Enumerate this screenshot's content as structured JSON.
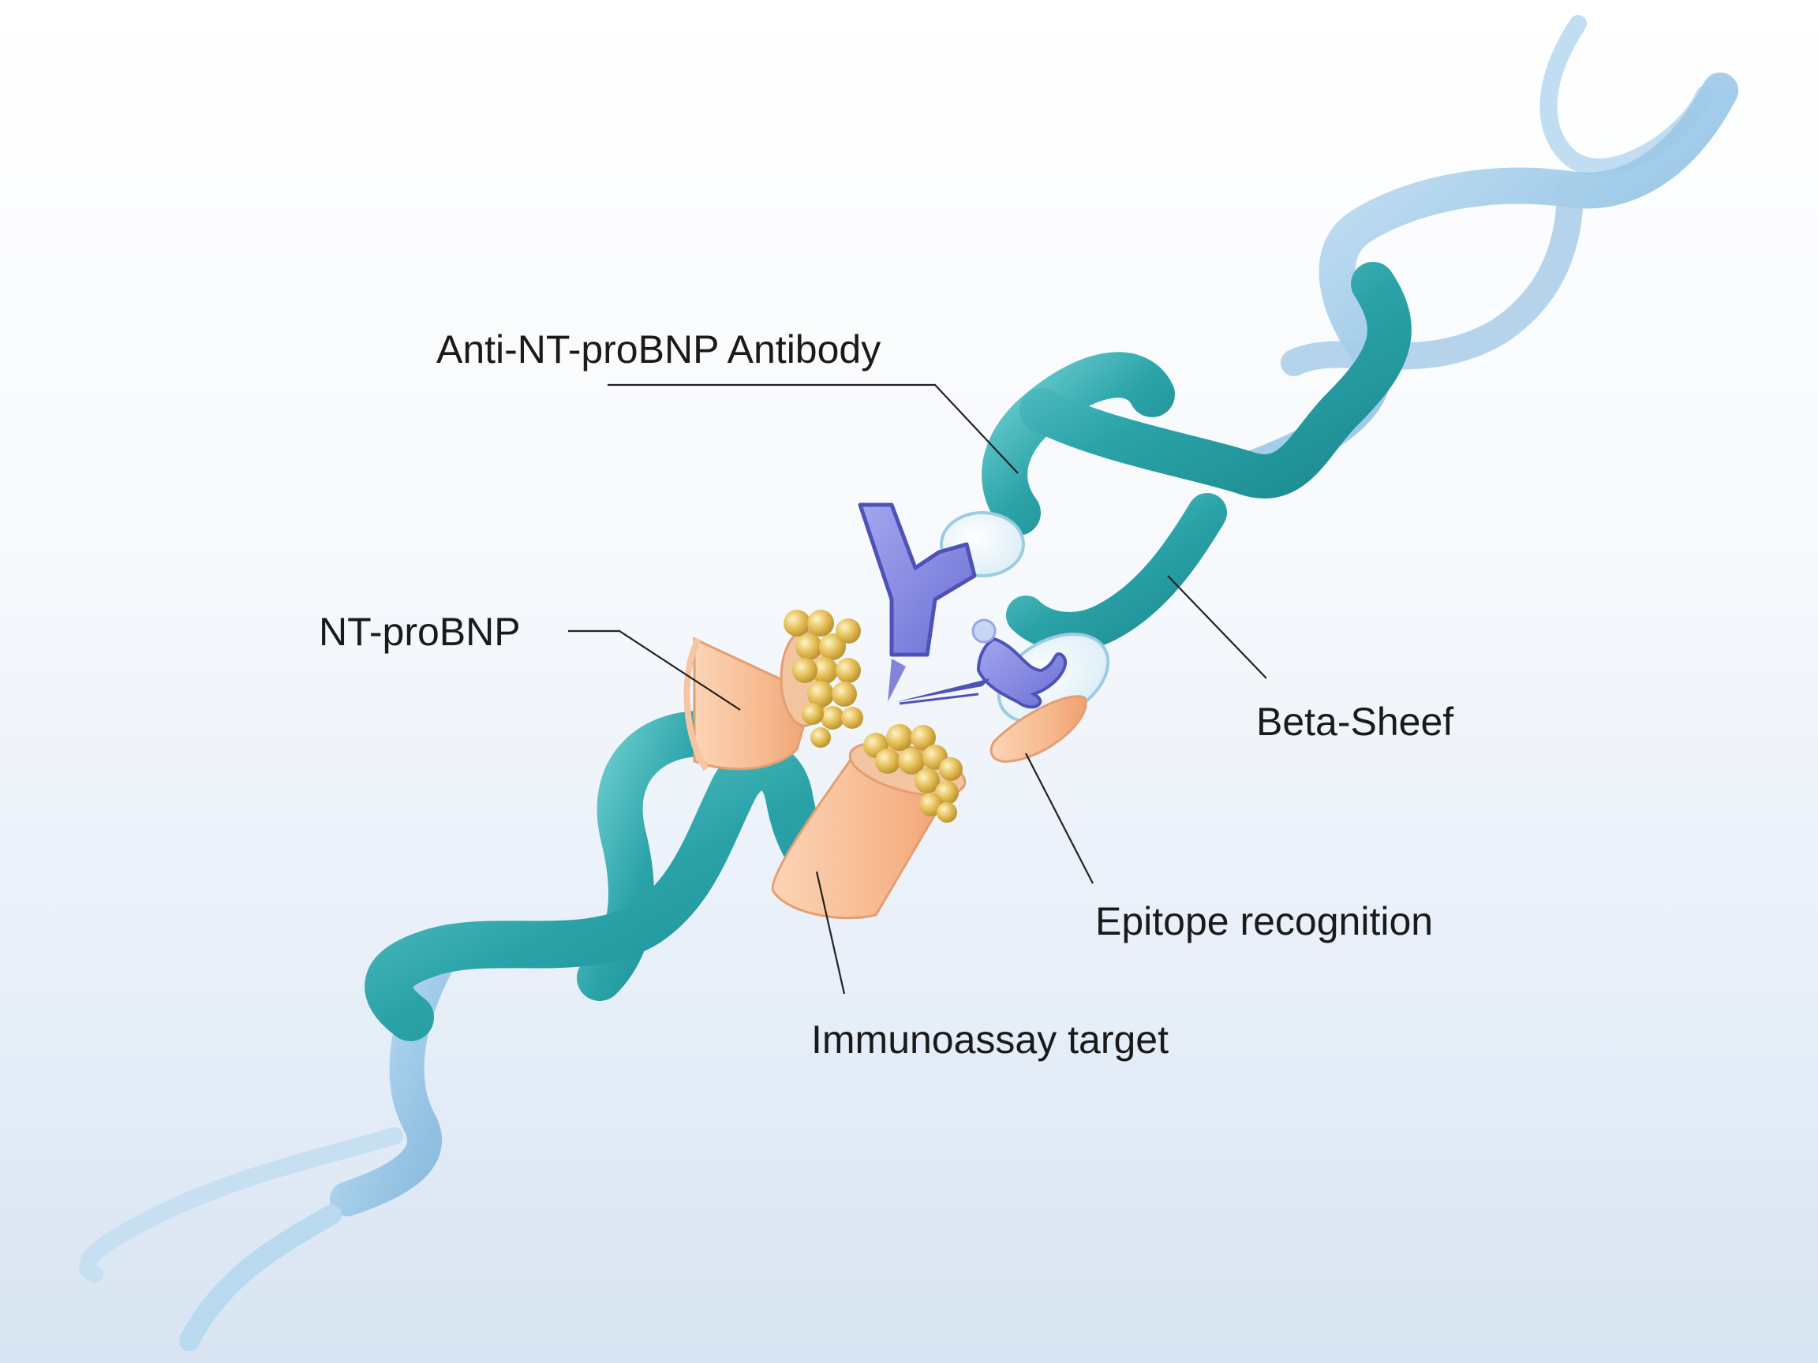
{
  "diagram": {
    "labels": {
      "antibody": "Anti-NT-proBNP Antibody",
      "ntprobnp": "NT-proBNP",
      "beta_sheet": "Beta-Sheef",
      "epitope": "Epitope recognition",
      "immunoassay": "Immunoassay target"
    },
    "icons": {
      "helix": "protein-ribbon-helix",
      "antibody": "y-shaped-antibody",
      "peptide": "peptide-cluster-spheres",
      "binding_pocket": "binding-pocket"
    },
    "colors": {
      "helix_front": "#2aa3a8",
      "helix_back": "#9cc9e8",
      "antibody": "#7f83de",
      "peptide": "#f7b98e",
      "spheres": "#e4bd55",
      "background_top": "#ffffff",
      "background_bottom": "#d8e4f2"
    }
  }
}
